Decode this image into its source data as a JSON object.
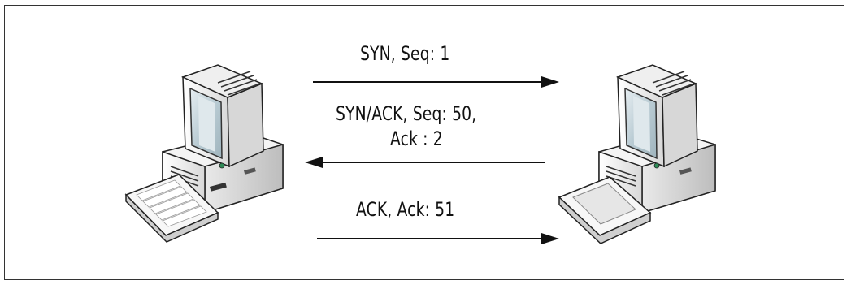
{
  "messages": [
    {
      "label": "SYN, Seq: 1",
      "direction": "right"
    },
    {
      "line1": "SYN/ACK, Seq: 50,",
      "line2": "Ack : 2",
      "direction": "left"
    },
    {
      "label": "ACK, Ack: 51",
      "direction": "right"
    }
  ],
  "computers": [
    {
      "icon": "desktop-computer-icon",
      "role": "client"
    },
    {
      "icon": "desktop-computer-icon",
      "role": "server"
    }
  ]
}
